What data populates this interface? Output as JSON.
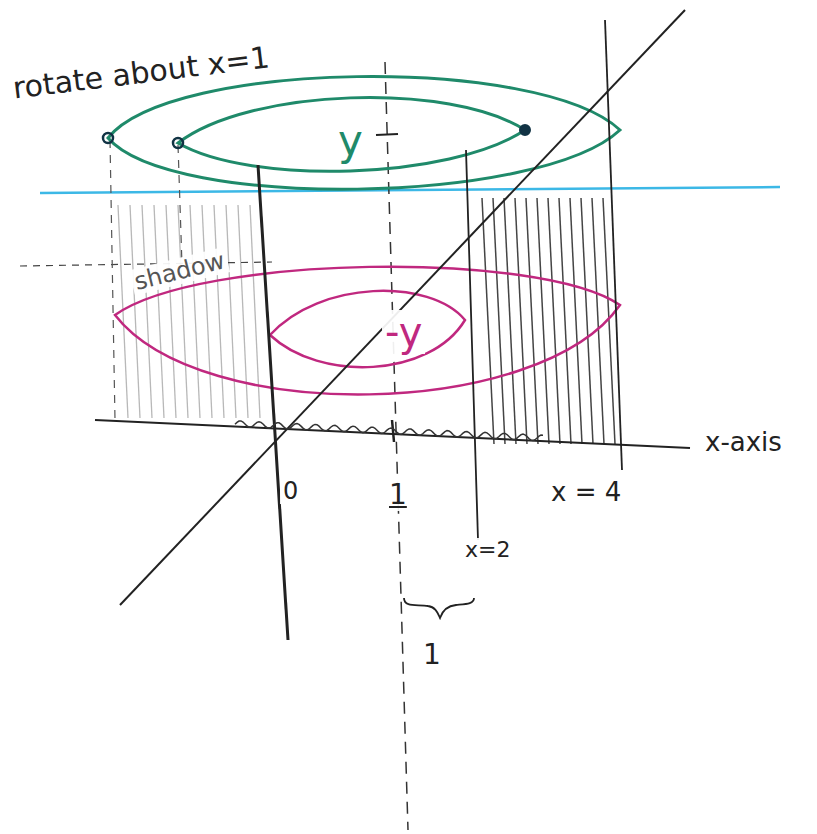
{
  "diagram": {
    "labels": [
      "rotate about x=1",
      "y",
      "shadow",
      "-y",
      "x-axis",
      "0",
      "1",
      "x=2",
      "x = 4",
      "1"
    ]
  }
}
